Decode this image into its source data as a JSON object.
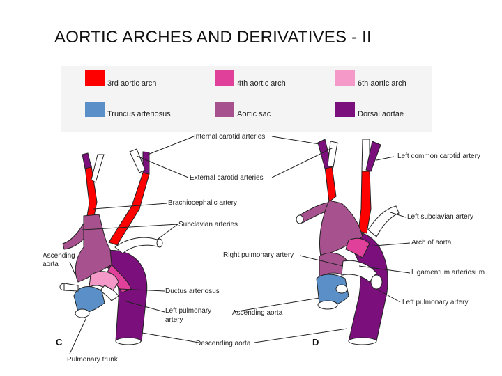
{
  "title": "AORTIC ARCHES AND DERIVATIVES - II",
  "legend": [
    {
      "label": "3rd aortic arch",
      "color": "#ff0000"
    },
    {
      "label": "4th aortic arch",
      "color": "#e0409a"
    },
    {
      "label": "6th aortic arch",
      "color": "#f59ac8"
    },
    {
      "label": "Truncus arteriosus",
      "color": "#5b8fc7"
    },
    {
      "label": "Aortic sac",
      "color": "#a8518f"
    },
    {
      "label": "Dorsal aortae",
      "color": "#7b0f7b"
    }
  ],
  "labels": {
    "internal_carotid": "Internal carotid arteries",
    "external_carotid": "External carotid arteries",
    "brachiocephalic": "Brachiocephalic artery",
    "subclavian": "Subclavian arteries",
    "ascending_aorta_left_1": "Ascending",
    "ascending_aorta_left_2": "aorta",
    "right_pulmonary": "Right pulmonary artery",
    "ductus": "Ductus arteriosus",
    "left_pulmonary_mid_1": "Left pulmonary",
    "left_pulmonary_mid_2": "artery",
    "ascending_aorta_mid": "Ascending aorta",
    "descending_aorta": "Descending aorta",
    "pulmonary_trunk": "Pulmonary trunk",
    "left_common_carotid": "Left common carotid artery",
    "left_subclavian": "Left subclavian artery",
    "arch_of_aorta": "Arch of aorta",
    "ligamentum": "Ligamentum arteriosum",
    "left_pulmonary_right": "Left pulmonary artery",
    "panel_c": "C",
    "panel_d": "D"
  }
}
